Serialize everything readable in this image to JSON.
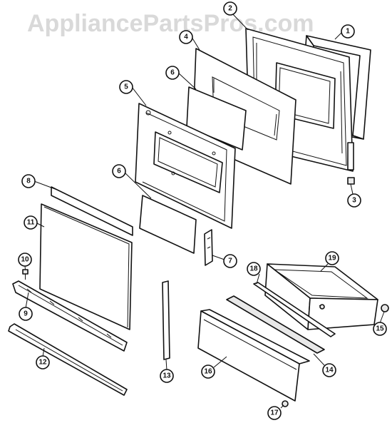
{
  "watermark": "AppliancePartsPros.com",
  "callouts": {
    "c1": "1",
    "c2": "2",
    "c3": "3",
    "c4": "4",
    "c5": "5",
    "c6a": "6",
    "c6b": "6",
    "c7": "7",
    "c8": "8",
    "c9": "9",
    "c10": "10",
    "c11": "11",
    "c12": "12",
    "c13": "13",
    "c14": "14",
    "c15": "15",
    "c16": "16",
    "c17": "17",
    "c18": "18",
    "c19": "19"
  }
}
